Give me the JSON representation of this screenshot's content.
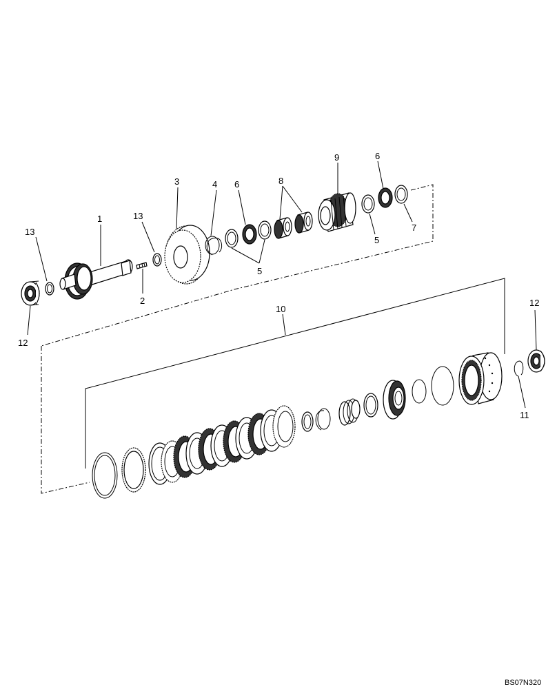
{
  "diagram": {
    "drawing_code": "BS07N320",
    "callouts": [
      {
        "id": "c1",
        "text": "1"
      },
      {
        "id": "c2",
        "text": "2"
      },
      {
        "id": "c3",
        "text": "3"
      },
      {
        "id": "c4",
        "text": "4"
      },
      {
        "id": "c5a",
        "text": "5"
      },
      {
        "id": "c5b",
        "text": "5"
      },
      {
        "id": "c6a",
        "text": "6"
      },
      {
        "id": "c6b",
        "text": "6"
      },
      {
        "id": "c7",
        "text": "7"
      },
      {
        "id": "c8",
        "text": "8"
      },
      {
        "id": "c9",
        "text": "9"
      },
      {
        "id": "c10",
        "text": "10"
      },
      {
        "id": "c11",
        "text": "11"
      },
      {
        "id": "c12a",
        "text": "12"
      },
      {
        "id": "c12b",
        "text": "12"
      },
      {
        "id": "c13a",
        "text": "13"
      },
      {
        "id": "c13b",
        "text": "13"
      }
    ]
  }
}
